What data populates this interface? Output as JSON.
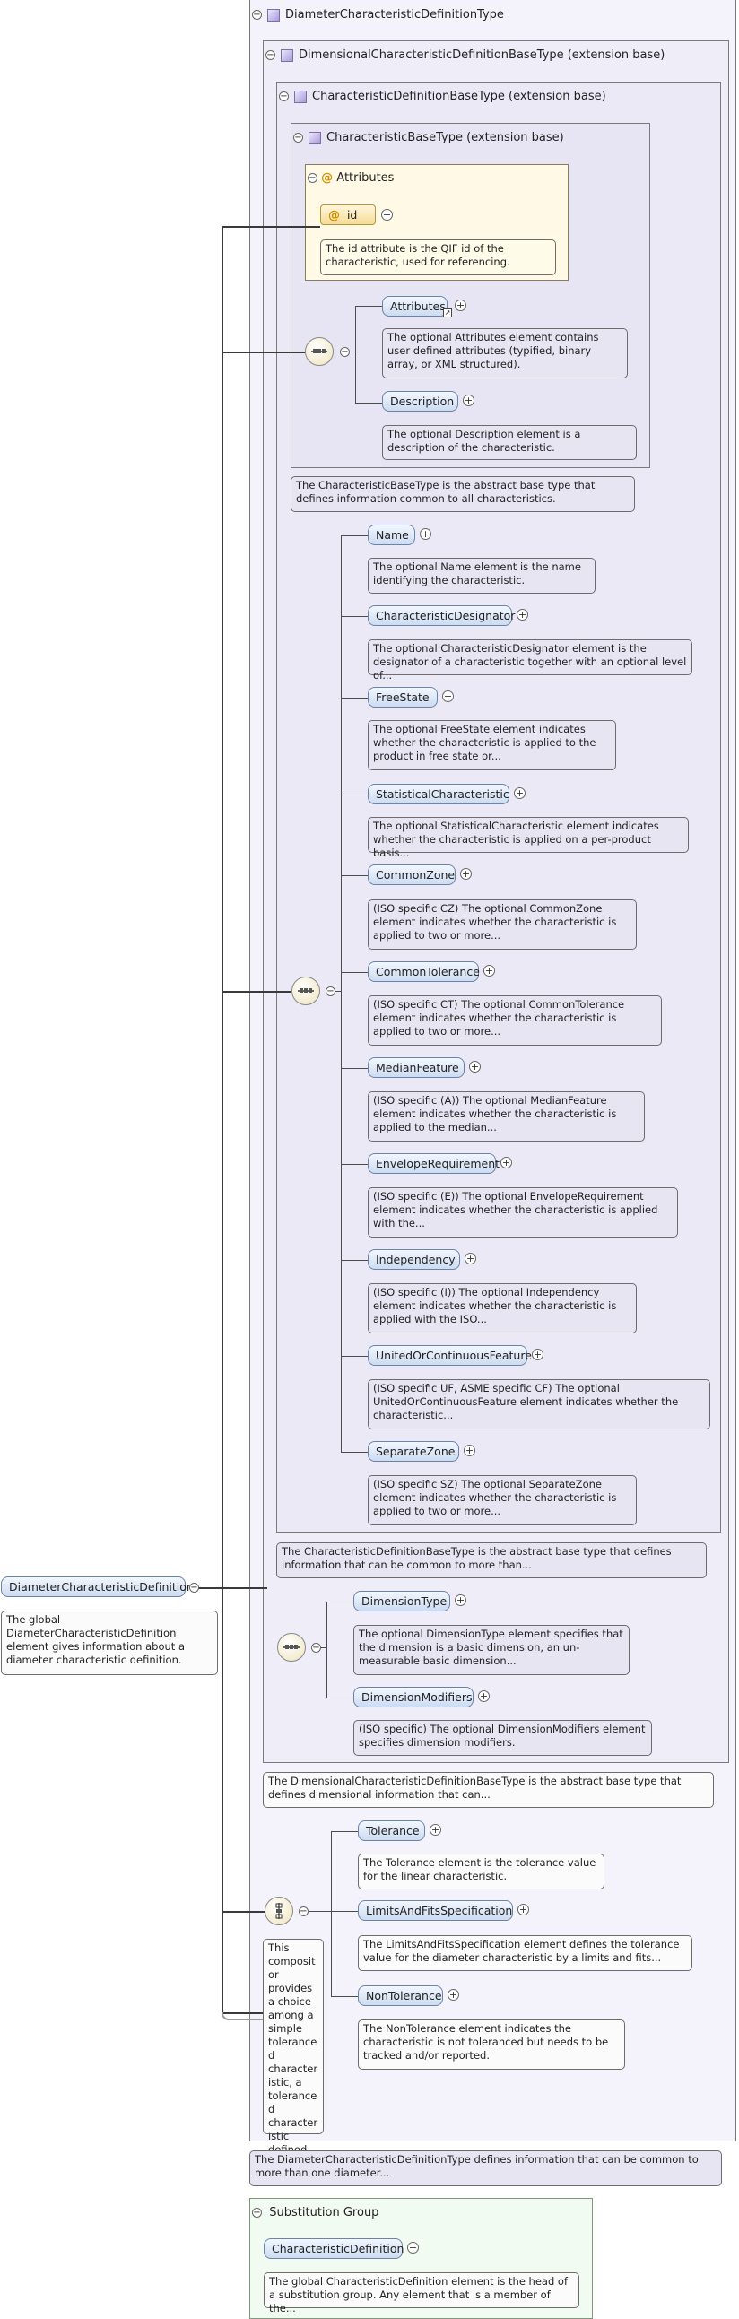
{
  "types": {
    "diameter": "DiameterCharacteristicDefinitionType",
    "dimensional": "DimensionalCharacteristicDefinitionBaseType (extension base)",
    "charDefBase": "CharacteristicDefinitionBaseType (extension base)",
    "charBase": "CharacteristicBaseType (extension base)"
  },
  "attributes": {
    "title": "Attributes",
    "id_label": "id",
    "id_doc": "The id attribute is the QIF id of the characteristic, used for referencing."
  },
  "charBase_elements": [
    {
      "label": "Attributes",
      "doc": "The optional Attributes element contains user defined attributes (typified, binary array, or XML structured)."
    },
    {
      "label": "Description",
      "doc": "The optional Description element is a description of the characteristic."
    }
  ],
  "charBase_doc": "The CharacteristicBaseType is the abstract base type that defines information common to all characteristics.",
  "charDef_elements": [
    {
      "label": "Name",
      "doc": "The optional Name element is the name identifying the characteristic."
    },
    {
      "label": "CharacteristicDesignator",
      "doc": "The optional CharacteristicDesignator element is the designator of a characteristic together with an optional level of..."
    },
    {
      "label": "FreeState",
      "doc": "The optional FreeState element indicates whether the characteristic is applied to the product in free state or..."
    },
    {
      "label": "StatisticalCharacteristic",
      "doc": "The optional StatisticalCharacteristic element indicates whether the characteristic is applied on a per-product basis..."
    },
    {
      "label": "CommonZone",
      "doc": "(ISO specific CZ) The optional CommonZone element indicates whether the characteristic is applied to two or more..."
    },
    {
      "label": "CommonTolerance",
      "doc": "(ISO specific CT) The optional CommonTolerance element indicates whether the characteristic is applied to two or more..."
    },
    {
      "label": "MedianFeature",
      "doc": "(ISO specific (A)) The optional MedianFeature element indicates whether the characteristic is applied to the median..."
    },
    {
      "label": "EnvelopeRequirement",
      "doc": "(ISO specific (E)) The optional EnvelopeRequirement element indicates whether the characteristic is applied with the..."
    },
    {
      "label": "Independency",
      "doc": "(ISO specific (I)) The optional Independency element indicates whether the characteristic is applied with the ISO..."
    },
    {
      "label": "UnitedOrContinuousFeature",
      "doc": "(ISO specific UF, ASME specific CF) The optional UnitedOrContinuousFeature element indicates whether the characteristic..."
    },
    {
      "label": "SeparateZone",
      "doc": "(ISO specific SZ) The optional SeparateZone element indicates whether the characteristic is applied to two or more..."
    }
  ],
  "charDef_doc": "The CharacteristicDefinitionBaseType is the abstract base type that defines information that can be common to more than...",
  "dim_elements": [
    {
      "label": "DimensionType",
      "doc": "The optional DimensionType element specifies that the dimension is a basic dimension, an un-measurable basic dimension..."
    },
    {
      "label": "DimensionModifiers",
      "doc": "(ISO specific) The optional DimensionModifiers element specifies dimension modifiers."
    }
  ],
  "dim_doc": "The DimensionalCharacteristicDefinitionBaseType is the abstract base type that defines dimensional information that can...",
  "choice_elements": [
    {
      "label": "Tolerance",
      "doc": "The Tolerance element is the tolerance value for the linear characteristic."
    },
    {
      "label": "LimitsAndFitsSpecification",
      "doc": "The LimitsAndFitsSpecification element defines the tolerance value for the diameter characteristic by a limits and fits..."
    },
    {
      "label": "NonTolerance",
      "doc": "The NonTolerance element indicates the characteristic is not toleranced but needs to be tracked and/or reported."
    }
  ],
  "choice_doc": "This compositor provides a choice among a simple toleranced characteristic, a toleranced characteristic defined by a...",
  "diameter_doc": "The DiameterCharacteristicDefinitionType defines information that can be common to more than one diameter...",
  "root": {
    "label": "DiameterCharacteristicDefinition",
    "doc": "The global DiameterCharacteristicDefinition element gives information about a diameter characteristic definition."
  },
  "substitution": {
    "title": "Substitution Group",
    "label": "CharacteristicDefinition",
    "doc": "The global CharacteristicDefinition element is the head of a substitution group. Any element that is a member of the..."
  },
  "colors": {
    "element_fill": "#cddcf1",
    "annotation_fill": "#e8e5f3",
    "type_box": "#f4f3fb",
    "attribute_box": "#fff9e6",
    "substitution_box": "#f2fbf1"
  }
}
